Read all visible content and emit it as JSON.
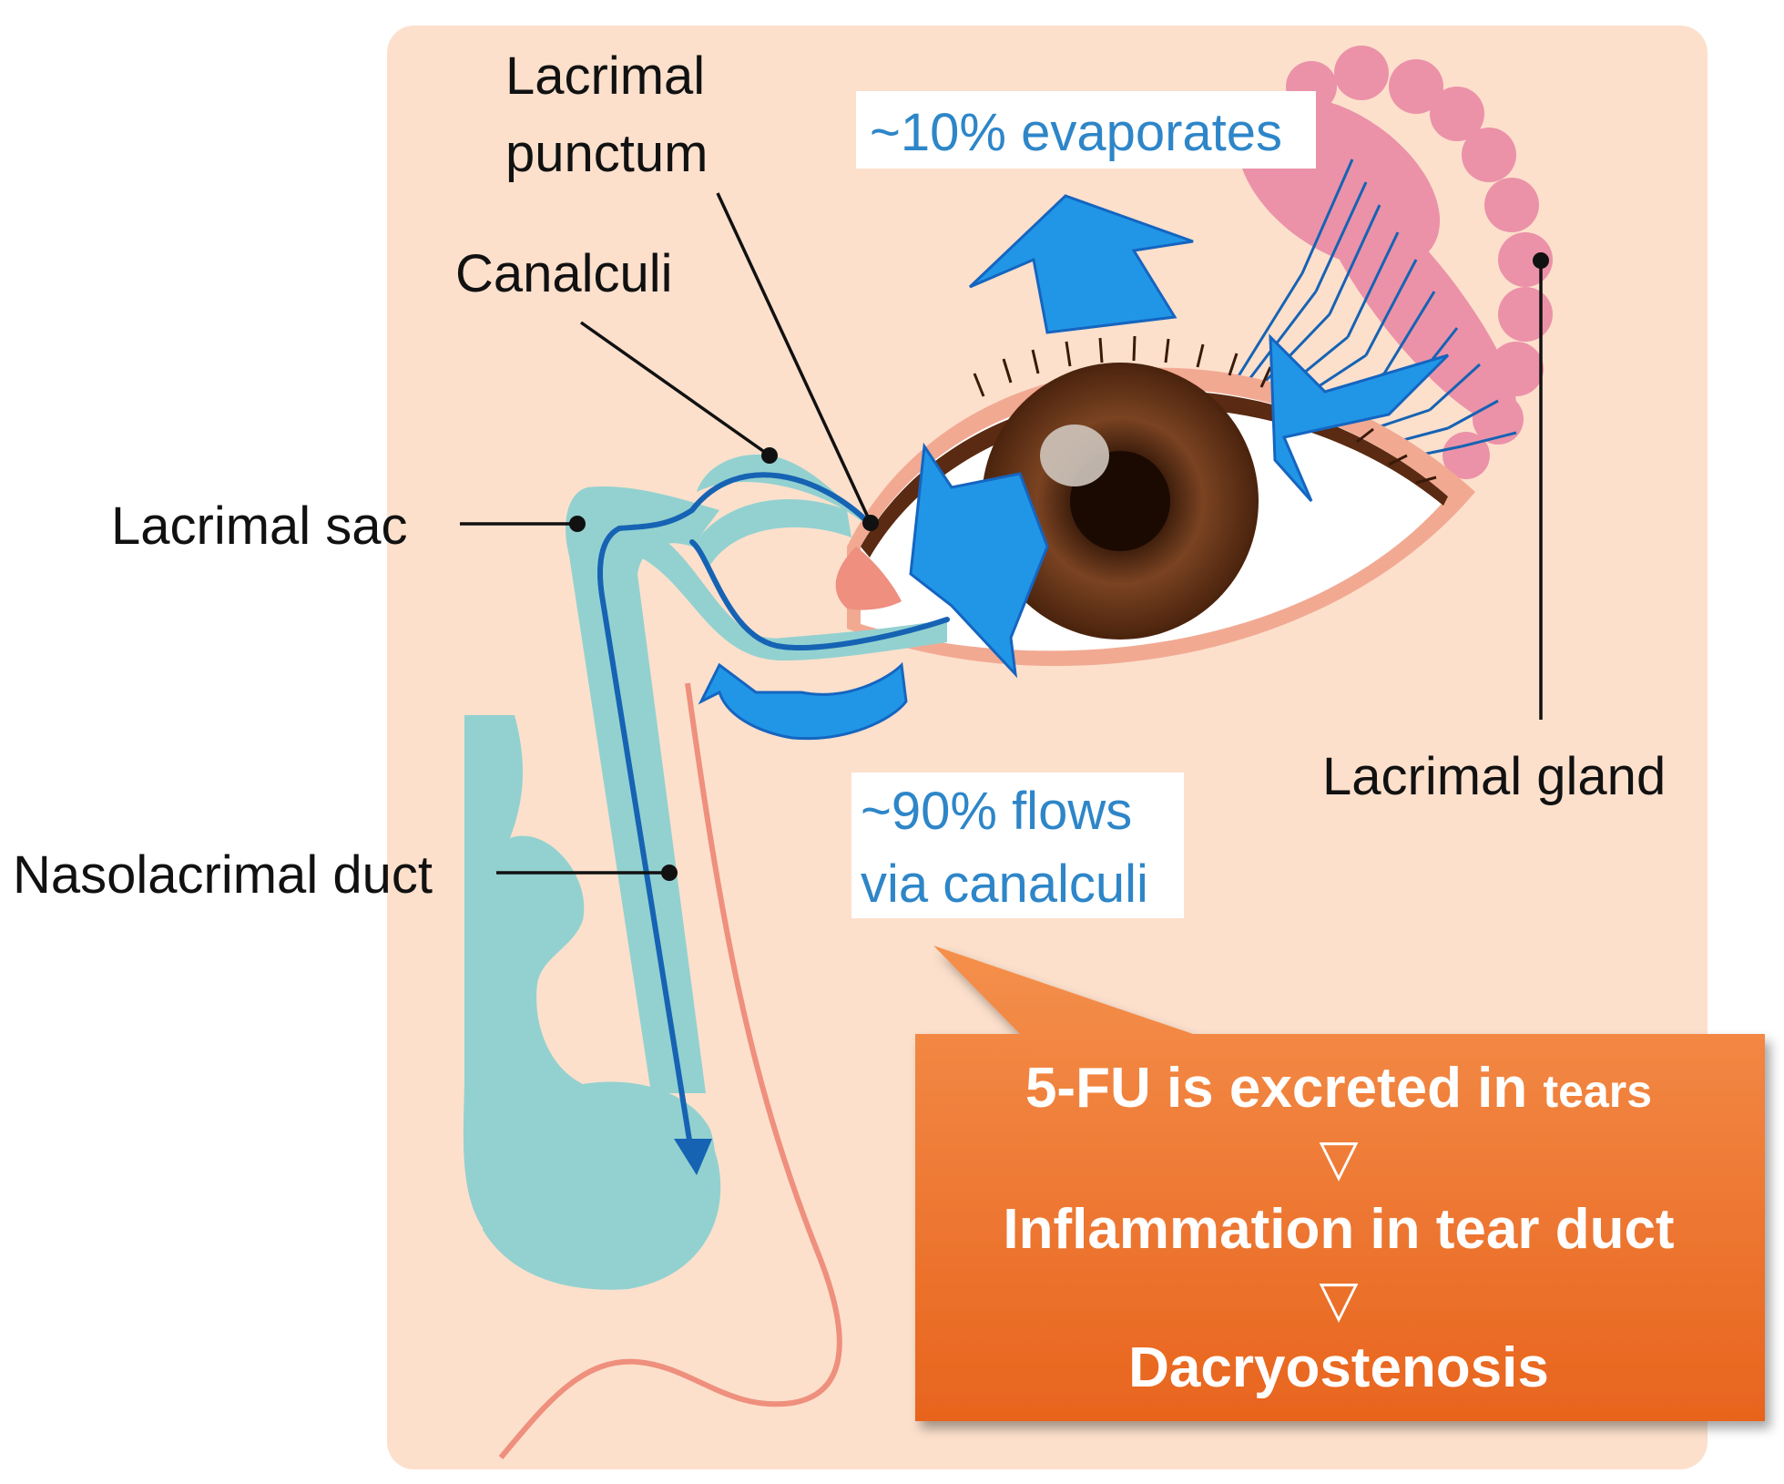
{
  "labels": {
    "lacrimal_punctum": [
      "Lacrimal",
      "punctum"
    ],
    "canalculi": "Canalculi",
    "lacrimal_sac": "Lacrimal sac",
    "nasolacrimal_duct": "Nasolacrimal duct",
    "lacrimal_gland": "Lacrimal gland"
  },
  "notes": {
    "evaporates": "~10% evaporates",
    "flows": [
      "~90% flows",
      "via canalculi"
    ]
  },
  "callout": {
    "line1_main": "5-FU is excreted in ",
    "line1_small": "tears",
    "arrow_glyph": "▽",
    "line2": "Inflammation in tear duct",
    "line3": "Dacryostenosis"
  },
  "colors": {
    "skin": "#fce0cc",
    "duct": "#93d1d0",
    "duct_line": "#1663b4",
    "arrow_fill": "#2196e6",
    "gland": "#eb92a8",
    "iris": "#6f3a1c",
    "callout": "#ef7c2c",
    "note_text": "#2e86c8"
  }
}
